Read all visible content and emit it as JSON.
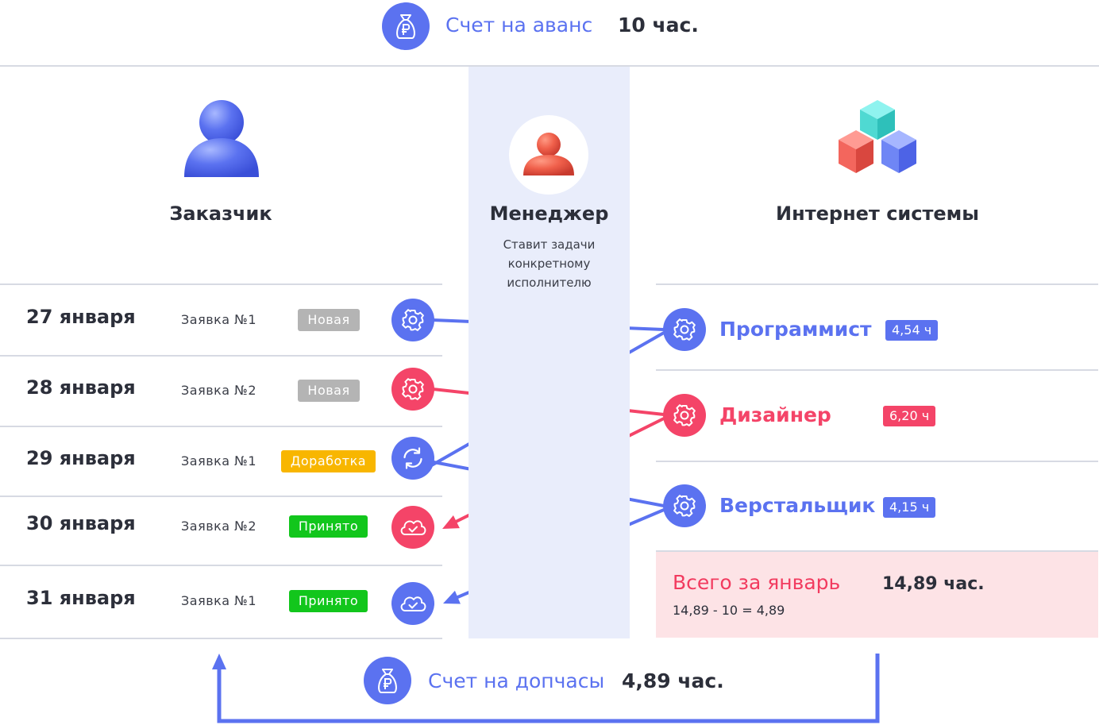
{
  "header": {
    "label": "Счет на аванс",
    "value": "10 час."
  },
  "columns": {
    "client": {
      "title": "Заказчик"
    },
    "manager": {
      "title": "Менеджер",
      "subtitle_lines": [
        "Ставит задачи",
        "конкретному",
        "исполнителю"
      ]
    },
    "systems": {
      "title": "Интернет системы"
    }
  },
  "rows": [
    {
      "date": "27 января",
      "request": "Заявка №1",
      "status": "Новая",
      "status_color": "#b4b4b4",
      "icon": "gear-icon",
      "icon_color": "#5b72f0"
    },
    {
      "date": "28 января",
      "request": "Заявка №2",
      "status": "Новая",
      "status_color": "#b4b4b4",
      "icon": "gear-icon",
      "icon_color": "#f44468"
    },
    {
      "date": "29 января",
      "request": "Заявка №1",
      "status": "Доработка",
      "status_color": "#f8b600",
      "icon": "refresh-icon",
      "icon_color": "#5b72f0"
    },
    {
      "date": "30 января",
      "request": "Заявка №2",
      "status": "Принято",
      "status_color": "#12c61c",
      "icon": "cloud-check-icon",
      "icon_color": "#f44468"
    },
    {
      "date": "31 января",
      "request": "Заявка №1",
      "status": "Принято",
      "status_color": "#12c61c",
      "icon": "cloud-check-icon",
      "icon_color": "#5b72f0"
    }
  ],
  "roles": [
    {
      "name": "Программист",
      "hours": "4,54 ч",
      "color": "#5b72f0",
      "icon": "gear-icon"
    },
    {
      "name": "Дизайнер",
      "hours": "6,20 ч",
      "color": "#f44468",
      "icon": "gear-icon"
    },
    {
      "name": "Верстальщик",
      "hours": "4,15 ч",
      "color": "#5b72f0",
      "icon": "gear-icon"
    }
  ],
  "total": {
    "label": "Всего за январь",
    "value": "14,89 час.",
    "formula": "14,89 - 10 = 4,89"
  },
  "footer": {
    "label": "Счет на допчасы",
    "value": "4,89 час."
  },
  "colors": {
    "blue": "#5b72f0",
    "red": "#f44468",
    "divider": "#d7dae3",
    "manager_band": "#e9edfb",
    "total_bg": "#fde3e6"
  }
}
